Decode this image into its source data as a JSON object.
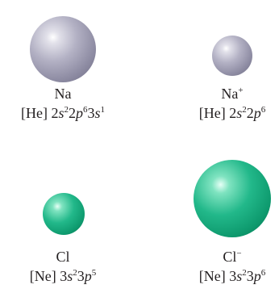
{
  "ions": [
    {
      "symbol": "Na",
      "charge": "",
      "core": "[He]",
      "config": [
        {
          "n": "2",
          "l": "s",
          "e": "2"
        },
        {
          "n": "2",
          "l": "p",
          "e": "6"
        },
        {
          "n": "3",
          "l": "s",
          "e": "1"
        }
      ],
      "color": "#9c9ab0"
    },
    {
      "symbol": "Na",
      "charge": "+",
      "core": "[He]",
      "config": [
        {
          "n": "2",
          "l": "s",
          "e": "2"
        },
        {
          "n": "2",
          "l": "p",
          "e": "6"
        }
      ],
      "color": "#9c9ab0"
    },
    {
      "symbol": "Cl",
      "charge": "",
      "core": "[Ne]",
      "config": [
        {
          "n": "3",
          "l": "s",
          "e": "2"
        },
        {
          "n": "3",
          "l": "p",
          "e": "5"
        }
      ],
      "color": "#13a97c"
    },
    {
      "symbol": "Cl",
      "charge": "−",
      "core": "[Ne]",
      "config": [
        {
          "n": "3",
          "l": "s",
          "e": "2"
        },
        {
          "n": "3",
          "l": "p",
          "e": "6"
        }
      ],
      "color": "#13a97c"
    }
  ]
}
